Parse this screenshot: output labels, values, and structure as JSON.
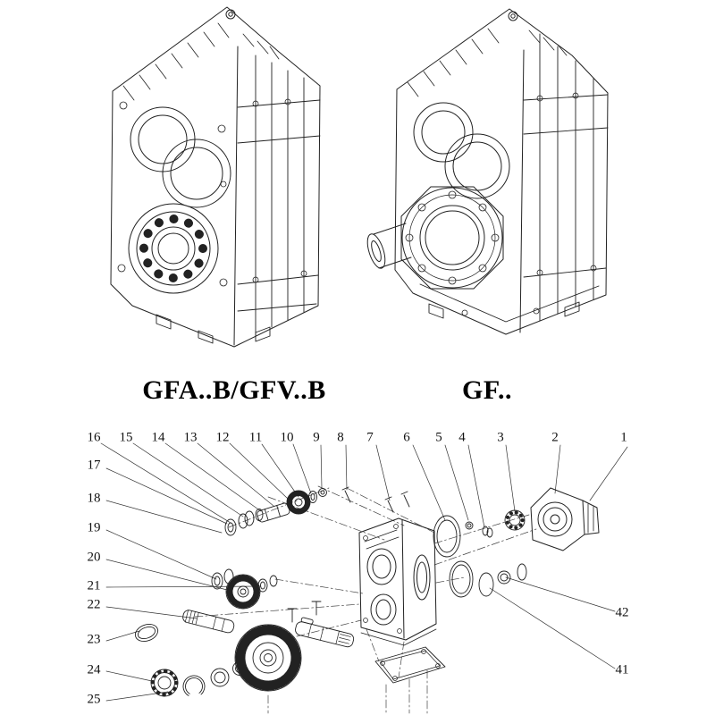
{
  "page": {
    "background": "#ffffff",
    "ink": "#1a1a1a"
  },
  "models": {
    "left_label": "GFA..B/GFV..B",
    "right_label": "GF.."
  },
  "exploded_view": {
    "callouts_top": [
      "16",
      "15",
      "14",
      "13",
      "12",
      "11",
      "10",
      "9",
      "8",
      "7",
      "6",
      "5",
      "4",
      "3",
      "2",
      "1"
    ],
    "callouts_left": [
      "17",
      "18",
      "19",
      "20",
      "21",
      "22",
      "23",
      "24",
      "25"
    ],
    "callouts_right": [
      "42",
      "41"
    ]
  }
}
